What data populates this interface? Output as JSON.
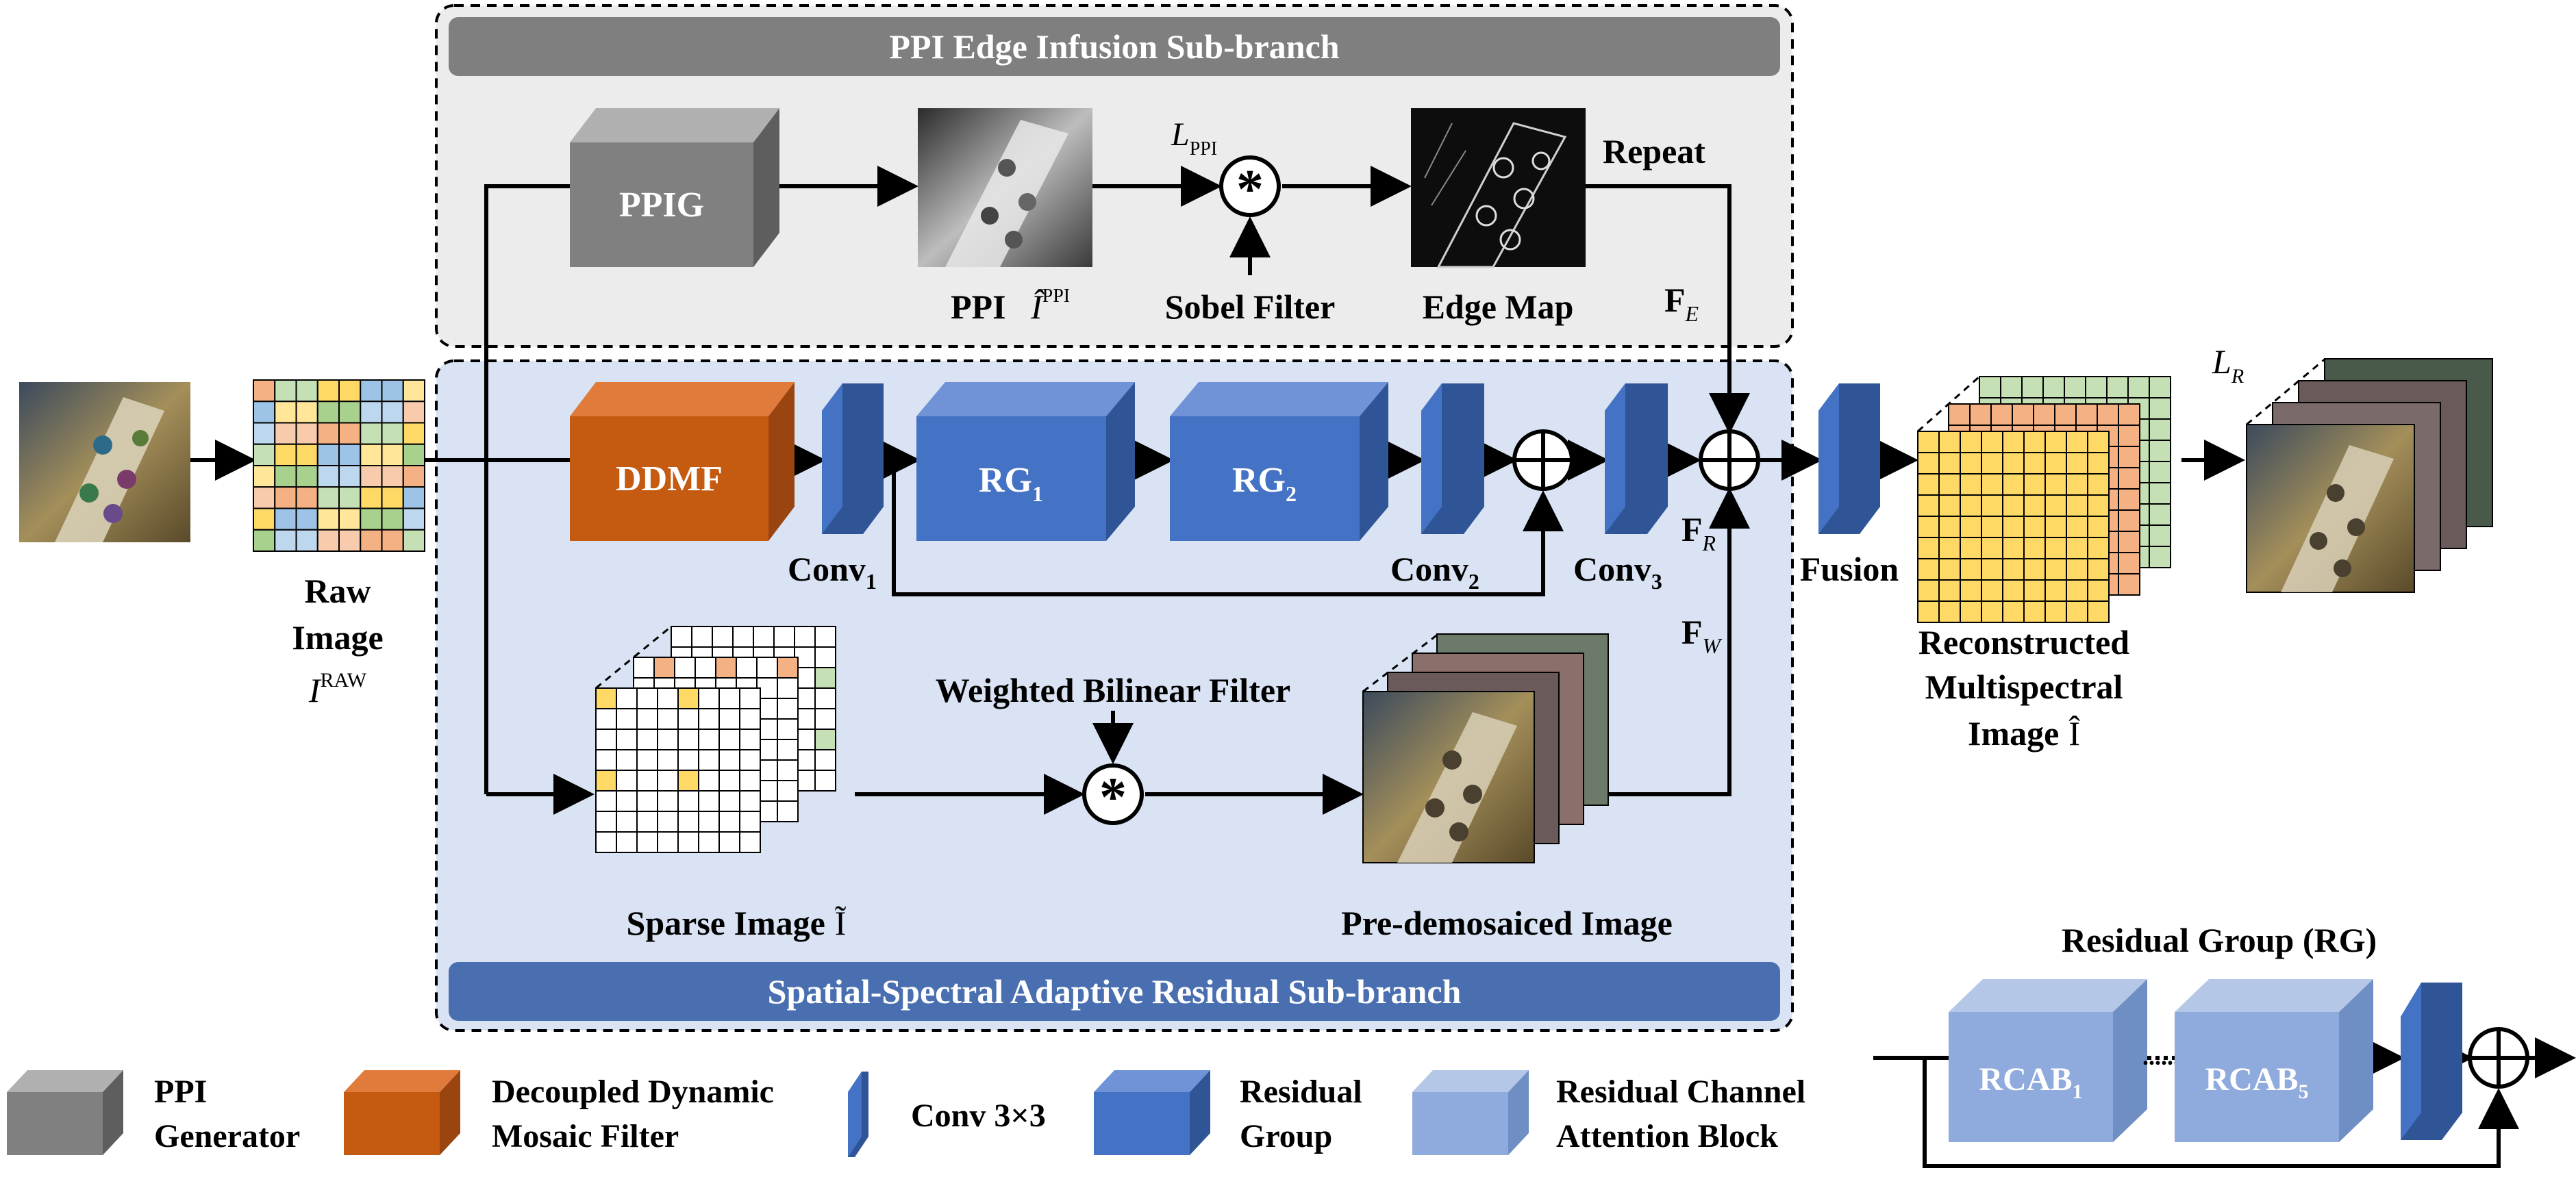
{
  "edge_branch": {
    "title": "PPI Edge Infusion Sub-branch",
    "ppig_label": "PPIG",
    "ppi_label": "PPI",
    "ppi_symbol": "Î",
    "ppi_superscript": "PPI",
    "loss_ppi": "L",
    "loss_ppi_sub": "PPI",
    "sobel_label": "Sobel Filter",
    "edge_map_label": "Edge Map",
    "repeat_label": "Repeat",
    "fe_label": "F",
    "fe_sub": "E"
  },
  "residual_branch": {
    "title": "Spatial-Spectral Adaptive Residual Sub-branch",
    "ddmf_label": "DDMF",
    "rg1_label": "RG",
    "rg1_sub": "1",
    "rg2_label": "RG",
    "rg2_sub": "2",
    "conv1_label": "Conv",
    "conv1_sub": "1",
    "conv2_label": "Conv",
    "conv2_sub": "2",
    "conv3_label": "Conv",
    "conv3_sub": "3",
    "fr_label": "F",
    "fr_sub": "R",
    "fw_label": "F",
    "fw_sub": "W",
    "weighted_filter_label": "Weighted Bilinear Filter",
    "sparse_label": "Sparse Image",
    "sparse_symbol": "Ĩ",
    "predemosaic_label": "Pre-demosaiced Image"
  },
  "input": {
    "raw_line1": "Raw",
    "raw_line2": "Image",
    "raw_symbol": "I",
    "raw_superscript": "RAW"
  },
  "output": {
    "fusion_label": "Fusion",
    "recon_line1": "Reconstructed",
    "recon_line2": "Multispectral",
    "recon_line3": "Image",
    "recon_symbol": "Î",
    "loss_r": "L",
    "loss_r_sub": "R"
  },
  "rg_detail": {
    "title": "Residual Group (RG)",
    "rcab1_label": "RCAB",
    "rcab1_sub": "1",
    "rcab5_label": "RCAB",
    "rcab5_sub": "5",
    "ellipsis": "......"
  },
  "legend": {
    "ppig_line1": "PPI",
    "ppig_line2": "Generator",
    "ddmf_line1": "Decoupled Dynamic",
    "ddmf_line2": "Mosaic Filter",
    "conv_label": "Conv 3×3",
    "rg_line1": "Residual",
    "rg_line2": "Group",
    "rcab_line1": "Residual Channel",
    "rcab_line2": "Attention Block"
  },
  "colors": {
    "edge_panel_bg": "#ececec",
    "edge_title_bar": "#7f7f7f",
    "residual_panel_bg": "#dae3f3",
    "residual_title_bar": "#4a6fb0",
    "ppig_gray": "#808080",
    "ddmf_orange": "#c55a11",
    "conv_blue": "#2f5597",
    "rg_blue": "#4472c4",
    "rcab_lightblue": "#8faadc",
    "mosaic_cells": [
      "#f4b183",
      "#c5e0b4",
      "#ffd966",
      "#9dc3e6",
      "#ffe699",
      "#a9d18e",
      "#bdd7ee",
      "#f8cbad"
    ],
    "cube_yellow": "#ffd966",
    "cube_salmon": "#f4b183",
    "cube_green": "#c5e0b4"
  }
}
